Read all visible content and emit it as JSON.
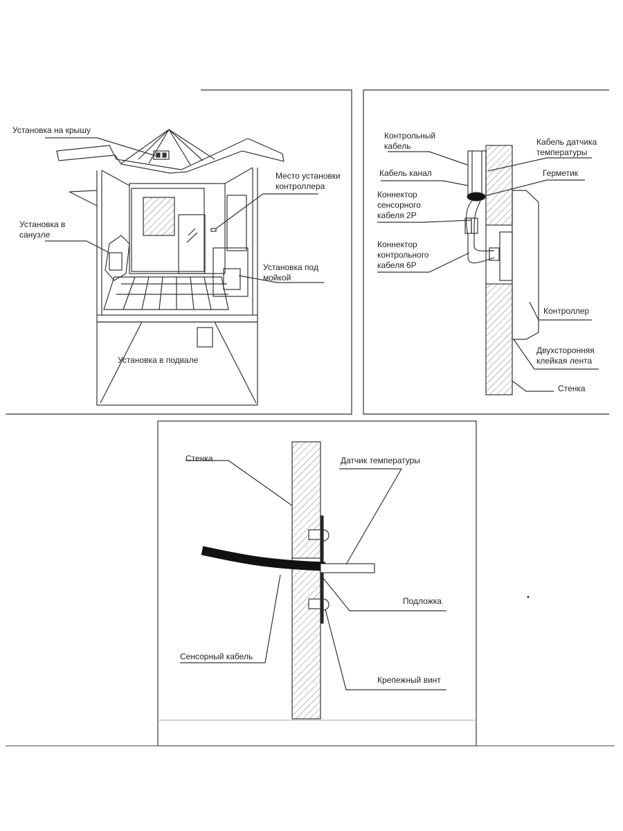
{
  "panel_house": {
    "roof": "Установка на крышу",
    "controller_place": [
      "Место установки",
      "контроллера"
    ],
    "bathroom": [
      "Установка в",
      "санузле"
    ],
    "under_sink": [
      "Установка под",
      "мойкой"
    ],
    "basement": "Установка в подвале"
  },
  "panel_controller": {
    "control_cable": [
      "Контрольный",
      "кабель"
    ],
    "temp_sensor_cable": [
      "Кабель датчика",
      "температуры"
    ],
    "cable_channel": "Кабель канал",
    "sealant": "Герметик",
    "sensor_connector": [
      "Коннектор",
      "сенсорного",
      "кабеля 2P"
    ],
    "control_connector": [
      "Коннектор",
      "контрольного",
      "кабеля 6P"
    ],
    "controller": "Контроллер",
    "tape": [
      "Двухсторонняя",
      "клейкая лента"
    ],
    "wall": "Стенка"
  },
  "panel_sensor": {
    "wall": "Стенка",
    "temp_sensor": "Датчик температуры",
    "backing": "Подложка",
    "sensor_cable": "Сенсорный кабель",
    "screw": "Крепежный винт"
  }
}
